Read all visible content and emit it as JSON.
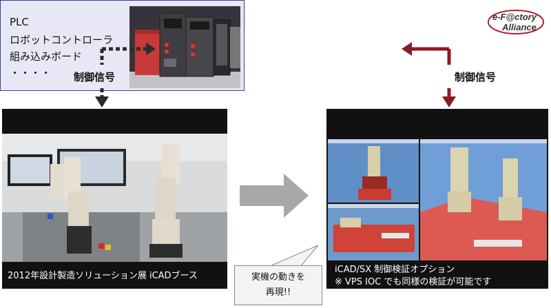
{
  "top_box": {
    "lines": [
      "PLC",
      "ロボットコントローラ",
      "組み込みボード",
      "・・・・"
    ]
  },
  "signal_label_left": "制御信号",
  "signal_label_right": "制御信号",
  "left_panel": {
    "caption": "2012年設計製造ソリューション展 iCADブース"
  },
  "right_panel": {
    "caption_line1": "iCAD/SX 制御検証オプション",
    "caption_line2": "※ VPS IOC でも同様の検証が可能です"
  },
  "callout": {
    "line1": "実機の動きを",
    "line2": "再現!!"
  },
  "logo": {
    "text1": "e-F@ctory",
    "text2": "Alliance"
  },
  "colors": {
    "left_arrow": "#2b2b2b",
    "right_arrow": "#8c1a22",
    "center_arrow": "#a8a8a8",
    "box_border": "#3b3f8f",
    "box_fill": "#e7e7f6"
  }
}
